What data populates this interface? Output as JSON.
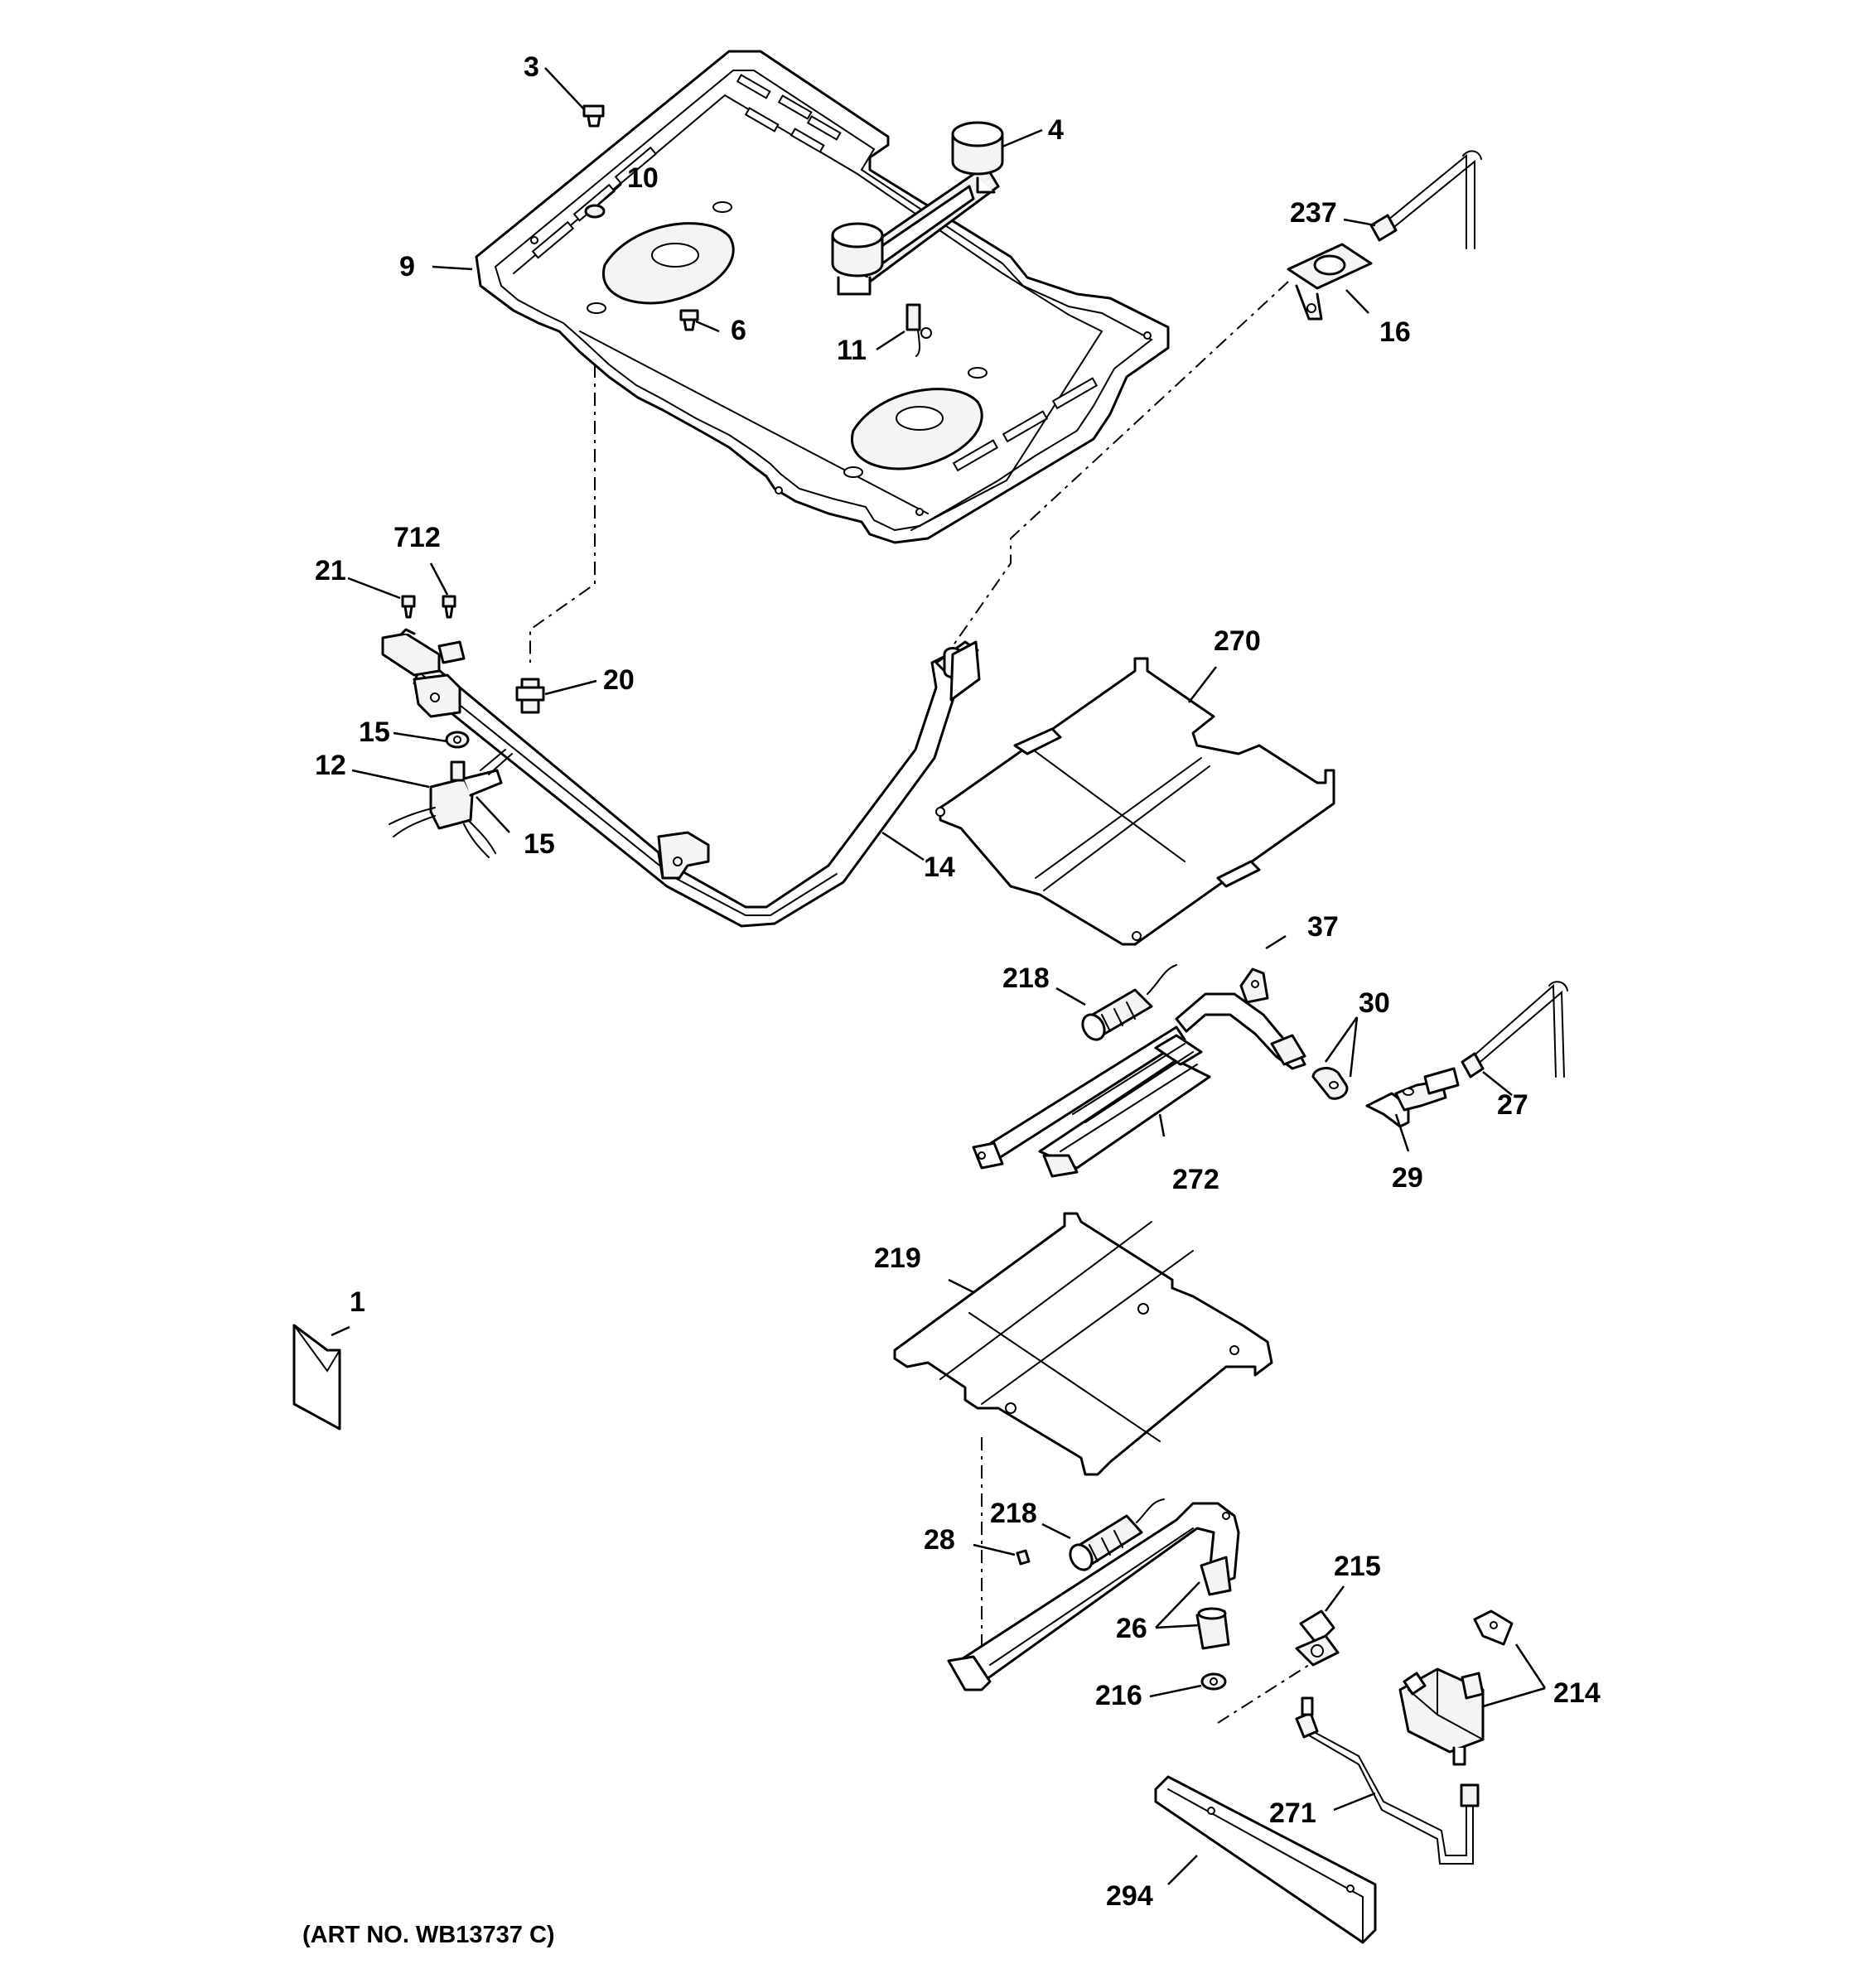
{
  "diagram": {
    "art_number": "(ART NO. WB13737 C)",
    "callouts": {
      "c3": "3",
      "c4": "4",
      "c10": "10",
      "c9": "9",
      "c6": "6",
      "c11": "11",
      "c237": "237",
      "c16": "16",
      "c712": "712",
      "c21": "21",
      "c20": "20",
      "c15a": "15",
      "c12": "12",
      "c15b": "15",
      "c14": "14",
      "c270": "270",
      "c37": "37",
      "c218a": "218",
      "c30": "30",
      "c27": "27",
      "c272": "272",
      "c29": "29",
      "c219": "219",
      "c1": "1",
      "c218b": "218",
      "c28": "28",
      "c215": "215",
      "c26": "26",
      "c214": "214",
      "c216": "216",
      "c271": "271",
      "c294": "294"
    }
  }
}
